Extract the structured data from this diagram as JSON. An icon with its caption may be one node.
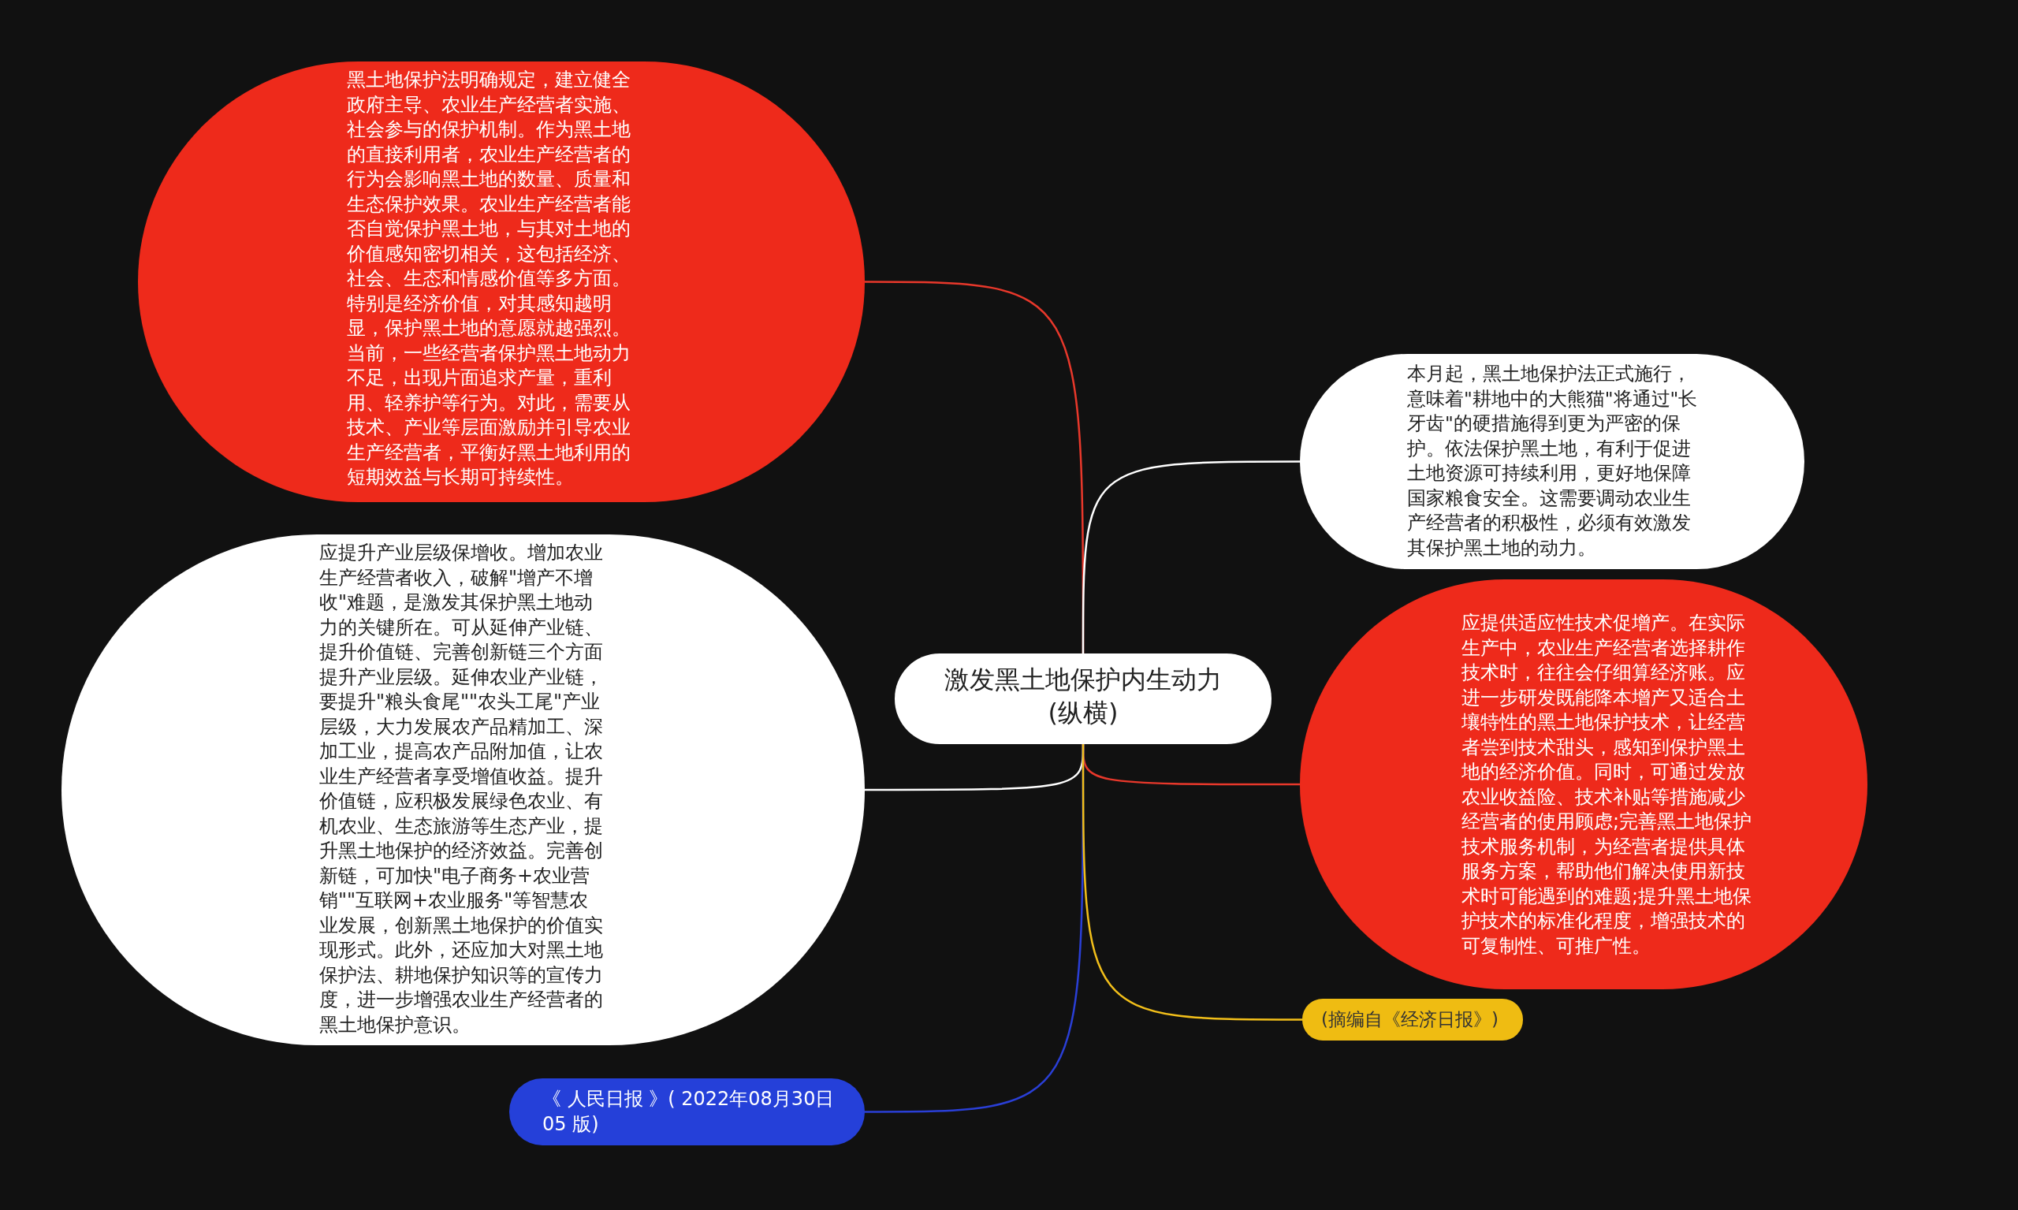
{
  "diagram": {
    "nodes": [
      {
        "text": [
          "激发黑土地保护内生动力(纵横)"
        ]
      },
      {
        "text": [
          "黑土地保护法明确规定，建立健全政府主导、农业生产经营者实施、社会参与的保护机制。作为黑土地的直接利用者，农业生产经营者的行为会影响黑土地的数量、质量和生态保护效果。农业生产经营者能否自觉保护黑土地，与其对土地的价值感知密切相关，这包括经济、社会、生态和情感价值等多方面。特别是经济价值，对其感知越明显，保护黑土地的意愿就越强烈。当前，一些经营者保护黑土地动力不足，出现片面追求产量，重利用、轻养护等行为。对此，需要从技术、产业等层面激励并引导农业生产经营者，平衡好黑土地利用的短期效益与长期可持续性。"
        ]
      },
      {
        "text": [
          "本月起，黑土地保护法正式施行，意味着\"耕地中的大熊猫\"将通过\"长牙齿\"的硬措施得到更为严密的保护。依法保护黑土地，有利于促进土地资源可持续利用，更好地保障国家粮食安全。这需要调动农业生产经营者的积极性，必须有效激发其保护黑土地的动力。"
        ]
      },
      {
        "text": [
          "应提供适应性技术促增产。在实际生产中，农业生产经营者选择耕作技术时，往往会仔细算经济账。应进一步研发既能降本增产又适合土壤特性的黑土地保护技术，让经营者尝到技术甜头，感知到保护黑土地的经济价值。同时，可通过发放农业收益险、技术补贴等措施减少经营者的使用顾虑;完善黑土地保护技术服务机制，为经营者提供具体服务方案，帮助他们解决使用新技术时可能遇到的难题;提升黑土地保护技术的标准化程度，增强技术的可复制性、可推广性。"
        ]
      },
      {
        "text": [
          "应提升产业层级保增收。增加农业生产经营者收入，破解\"增产不增收\"难题，是激发其保护黑土地动力的关键所在。可从延伸产业链、提升价值链、完善创新链三个方面提升产业层级。延伸农业产业链，要提升\"粮头食尾\"\"农头工尾\"产业层级，大力发展农产品精加工、深加工业，提高农产品附加值，让农业生产经营者享受增值收益。提升价值链，应积极发展绿色农业、有机农业、生态旅游等生态产业，提升黑土地保护的经济效益。完善创新链，可加快\"电子商务+农业营销\"\"互联网+农业服务\"等智慧农业发展，创新黑土地保护的价值实现形式。此外，还应加大对黑土地保护法、耕地保护知识等的宣传力度，进一步增强农业生产经营者的黑土地保护意识。"
        ]
      },
      {
        "text": [
          "《 人民日报 》( 2022年08月30日 05 版)"
        ]
      },
      {
        "text": [
          "(摘编自《经济日报》)"
        ]
      }
    ],
    "edges": [
      {
        "from": 0,
        "to": 1,
        "arrow": "none",
        "color": "#e8382b"
      },
      {
        "from": 0,
        "to": 2,
        "arrow": "none",
        "color": "#ffffff"
      },
      {
        "from": 0,
        "to": 3,
        "arrow": "none",
        "color": "#e8382b"
      },
      {
        "from": 0,
        "to": 4,
        "arrow": "none",
        "color": "#ffffff"
      },
      {
        "from": 0,
        "to": 5,
        "arrow": "none",
        "color": "#2a3fd6"
      },
      {
        "from": 0,
        "to": 6,
        "arrow": "none",
        "color": "#f2bf1a"
      }
    ]
  }
}
